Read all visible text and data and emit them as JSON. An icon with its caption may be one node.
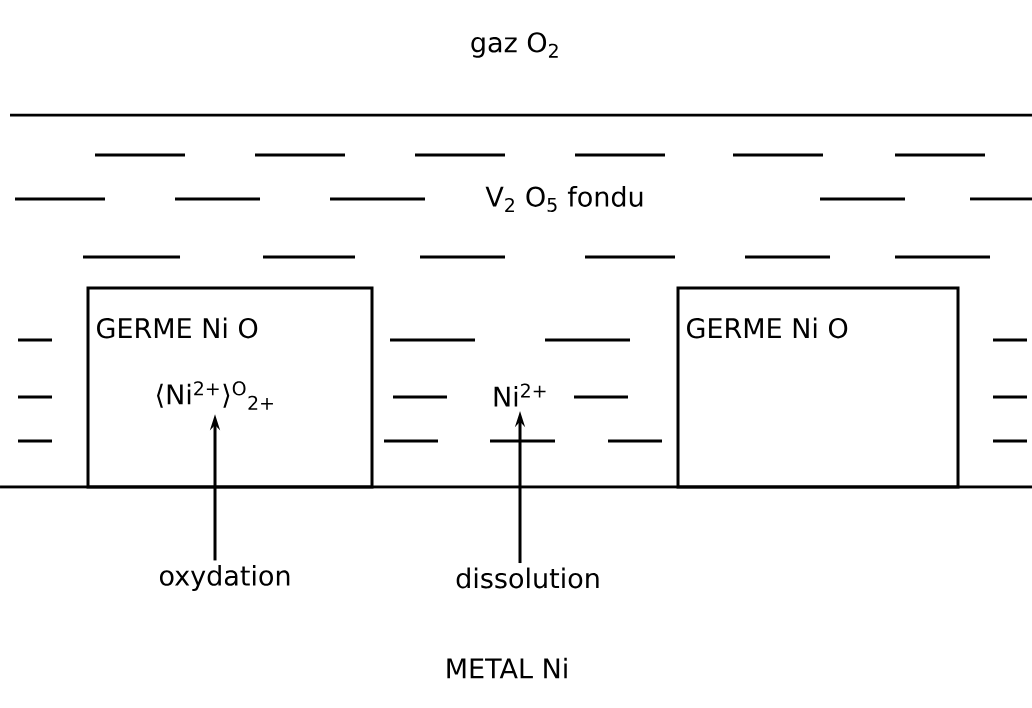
{
  "diagram": {
    "nodes": [
      {
        "text": [
          "GERME Ni O"
        ]
      },
      {
        "text": [
          "⟨Ni$^{2+}$⟩$^{O}$$_{2+}$"
        ],
        "in": 0
      },
      {
        "text": [
          "Ni$^{2+}$"
        ]
      },
      {
        "text": [
          "GERME Ni O"
        ]
      },
      {
        "text": [
          "oxydation"
        ]
      },
      {
        "text": [
          "dissolution"
        ]
      }
    ],
    "edges": [
      {
        "from": 4,
        "to": 1,
        "arrow": "to"
      },
      {
        "from": 5,
        "to": 2,
        "arrow": "to"
      }
    ],
    "labels": [
      "gaz O$_{2}$",
      "V$_{2}$ O$_{5}$ fondu",
      "METAL Ni"
    ]
  }
}
